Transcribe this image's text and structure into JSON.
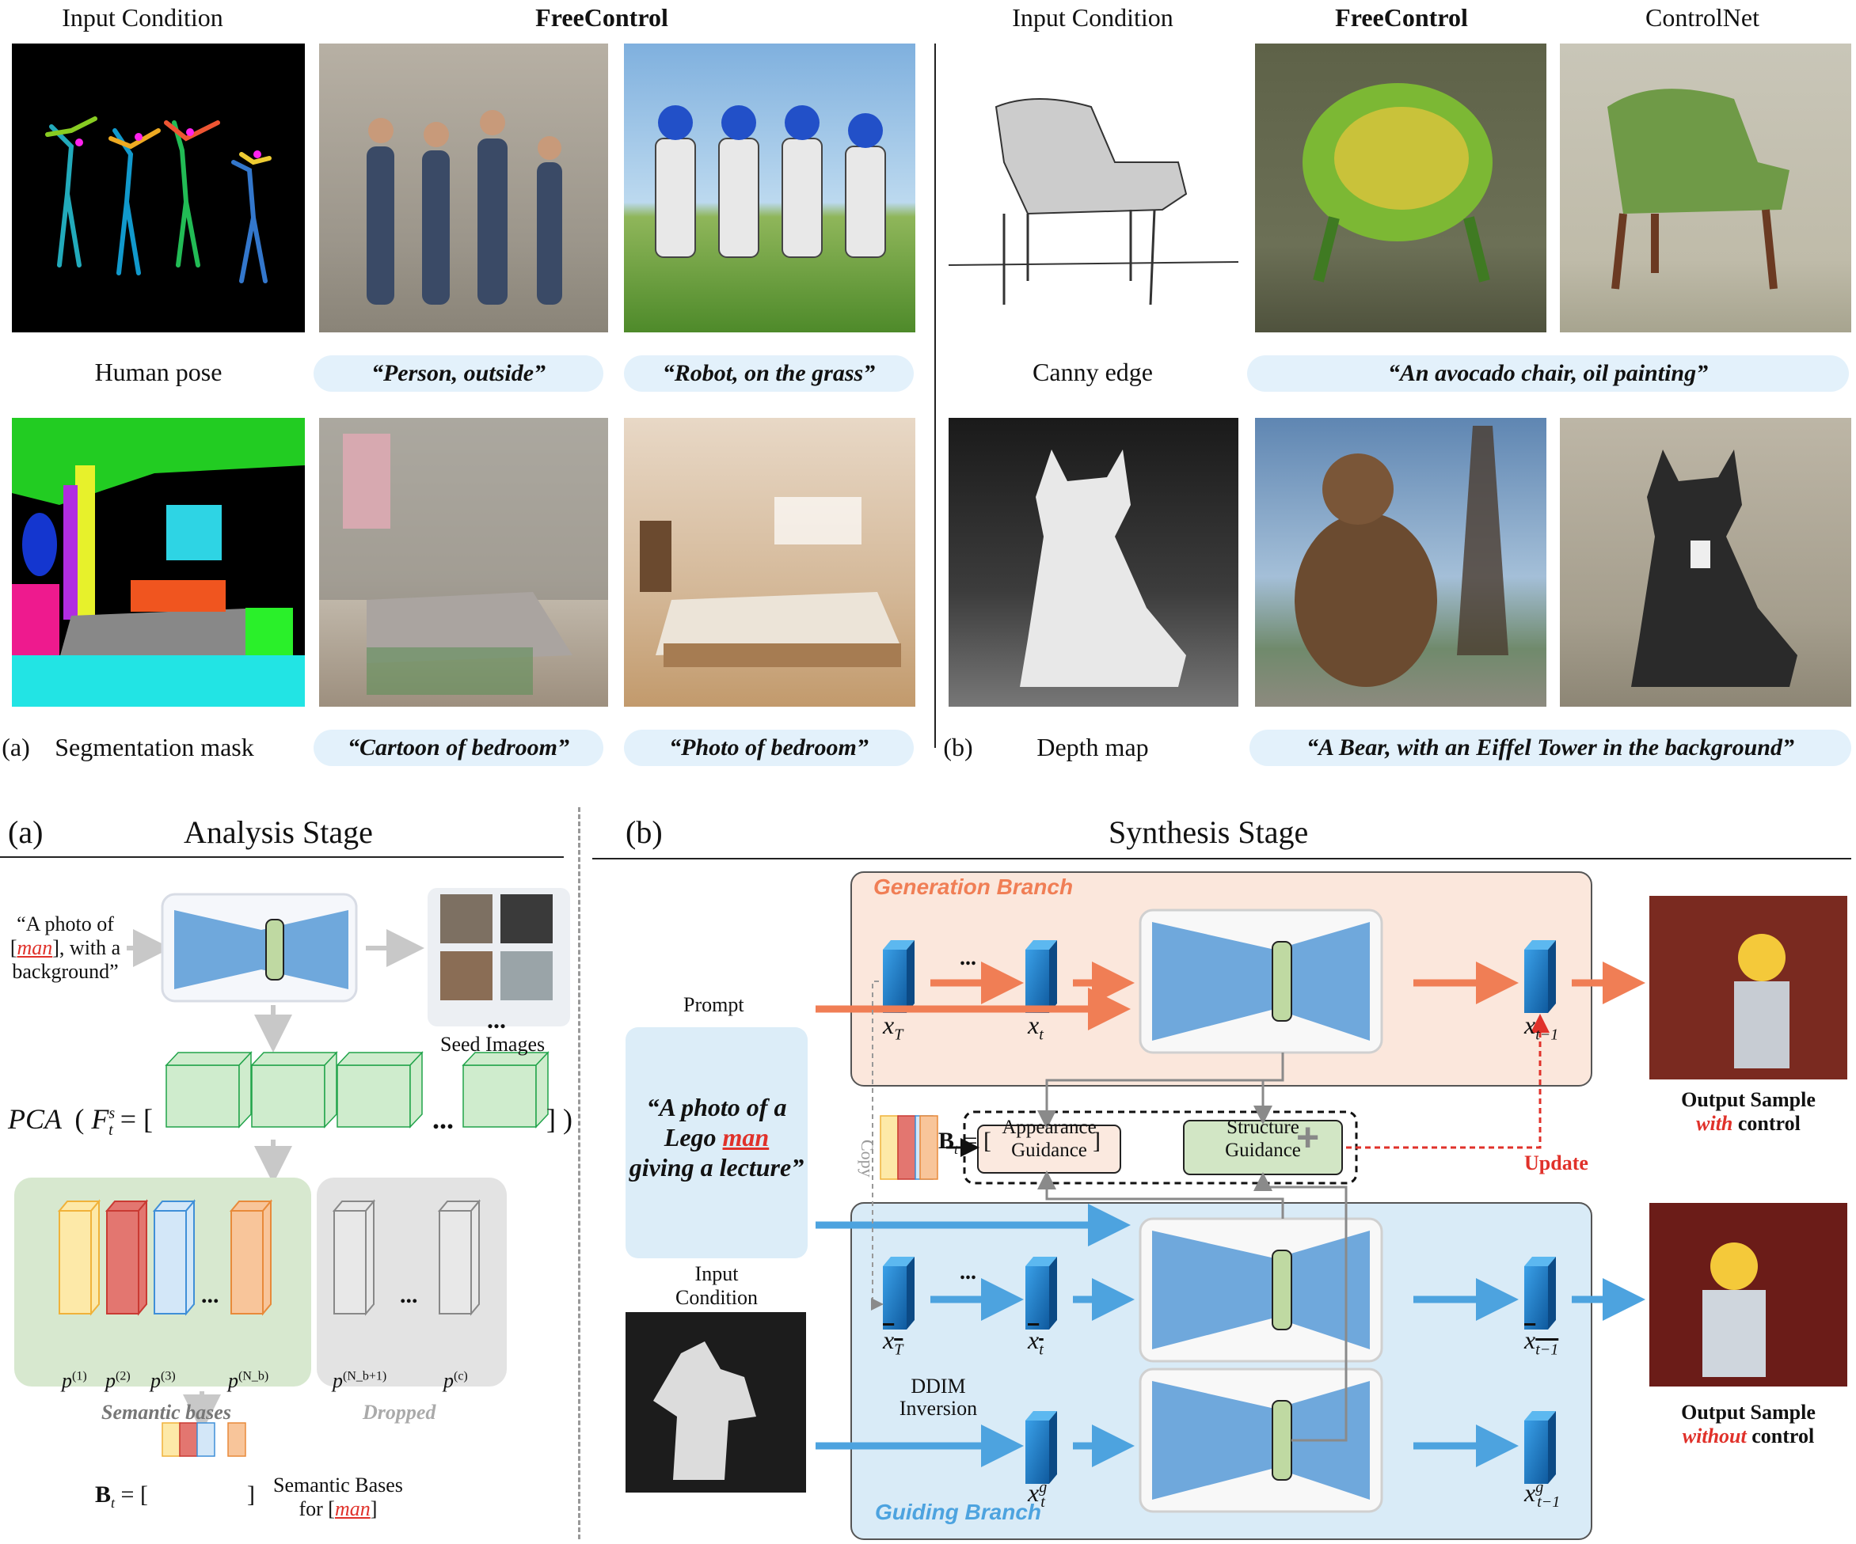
{
  "top": {
    "a": {
      "header_input": "Input Condition",
      "header_method": "FreeControl",
      "row1_condition": "Human pose",
      "row1_prompts": [
        "“Person, outside”",
        "“Robot, on the grass”"
      ],
      "row2_panel": "(a)",
      "row2_condition": "Segmentation mask",
      "row2_prompts": [
        "“Cartoon of bedroom”",
        "“Photo of bedroom”"
      ]
    },
    "b": {
      "header_input": "Input Condition",
      "header_method": "FreeControl",
      "header_baseline": "ControlNet",
      "row1_condition": "Canny edge",
      "row1_prompt": "“An avocado chair, oil painting”",
      "row2_panel": "(b)",
      "row2_condition": "Depth map",
      "row2_prompt": "“A Bear, with an Eiffel Tower in the background”"
    }
  },
  "analysis": {
    "panel": "(a)",
    "title": "Analysis Stage",
    "prompt_line1": "“A photo of",
    "prompt_line2_open": "[",
    "prompt_man": "man",
    "prompt_line2_close": "], with a",
    "prompt_line3": "background”",
    "seed_label": "Seed Images",
    "ellipsis": "...",
    "pca_label": "PCA",
    "pca_formula_open": "(",
    "pca_F": "F",
    "pca_sup": "s",
    "pca_sub": "t",
    "pca_eq": "= [",
    "pca_close": "] )",
    "basis_labels": [
      "p",
      "p",
      "p",
      "p"
    ],
    "basis_sups": [
      "(1)",
      "(2)",
      "(3)",
      "(N_b)"
    ],
    "dropped_sups": [
      "(N_b+1)",
      "(c)"
    ],
    "semantic_caption": "Semantic bases",
    "dropped_caption": "Dropped",
    "bt_label": "B",
    "bt_eq": "= [",
    "bt_close": "]",
    "semantic_bases_for_line1": "Semantic Bases",
    "semantic_bases_for_line2_open": "for [",
    "semantic_bases_for_man": "man",
    "semantic_bases_for_line2_close": "]"
  },
  "synthesis": {
    "panel": "(b)",
    "title": "Synthesis Stage",
    "generation_branch": "Generation Branch",
    "guiding_branch": "Guiding Branch",
    "prompt_label": "Prompt",
    "prompt_line1": "“A photo of a",
    "prompt_line2_pre": "Lego ",
    "prompt_man": "man",
    "prompt_line3": "giving a lecture”",
    "input_condition_line1": "Input",
    "input_condition_line2": "Condition",
    "copy_label": "Copy",
    "ddim_line1": "DDIM",
    "ddim_line2": "Inversion",
    "appearance_line1": "Appearance",
    "appearance_line2": "Guidance",
    "structure_line1": "Structure",
    "structure_line2": "Guidance",
    "plus": "+",
    "update_label": "Update",
    "bt_label": "B",
    "bt_eq": "= [",
    "bt_close": "]",
    "var_xT": "x",
    "var_T": "T",
    "var_t": "t",
    "var_tm1": "t−1",
    "var_g": "g",
    "ellipsis": "...",
    "output_with_line1": "Output Sample",
    "output_with_em": "with",
    "output_with_rest": " control",
    "output_without_line1": "Output Sample",
    "output_without_em": "without",
    "output_without_rest": " control"
  },
  "colors": {
    "orange_accent": "#f07e55",
    "blue_accent": "#4da3df",
    "red_text": "#e0312a",
    "pill_bg": "#e3f1fb",
    "unet_blue": "#6fa8dc"
  }
}
